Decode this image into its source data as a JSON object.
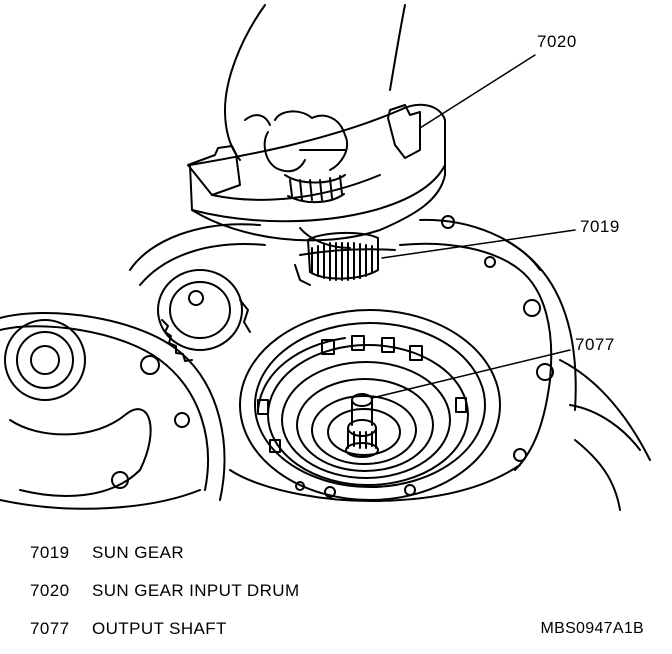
{
  "callouts": [
    {
      "id": "7020"
    },
    {
      "id": "7019"
    },
    {
      "id": "7077"
    }
  ],
  "legend": [
    {
      "number": "7019",
      "name": "SUN GEAR"
    },
    {
      "number": "7020",
      "name": "SUN GEAR INPUT DRUM"
    },
    {
      "number": "7077",
      "name": "OUTPUT SHAFT"
    }
  ],
  "figure_code": "MBS0947A1B"
}
